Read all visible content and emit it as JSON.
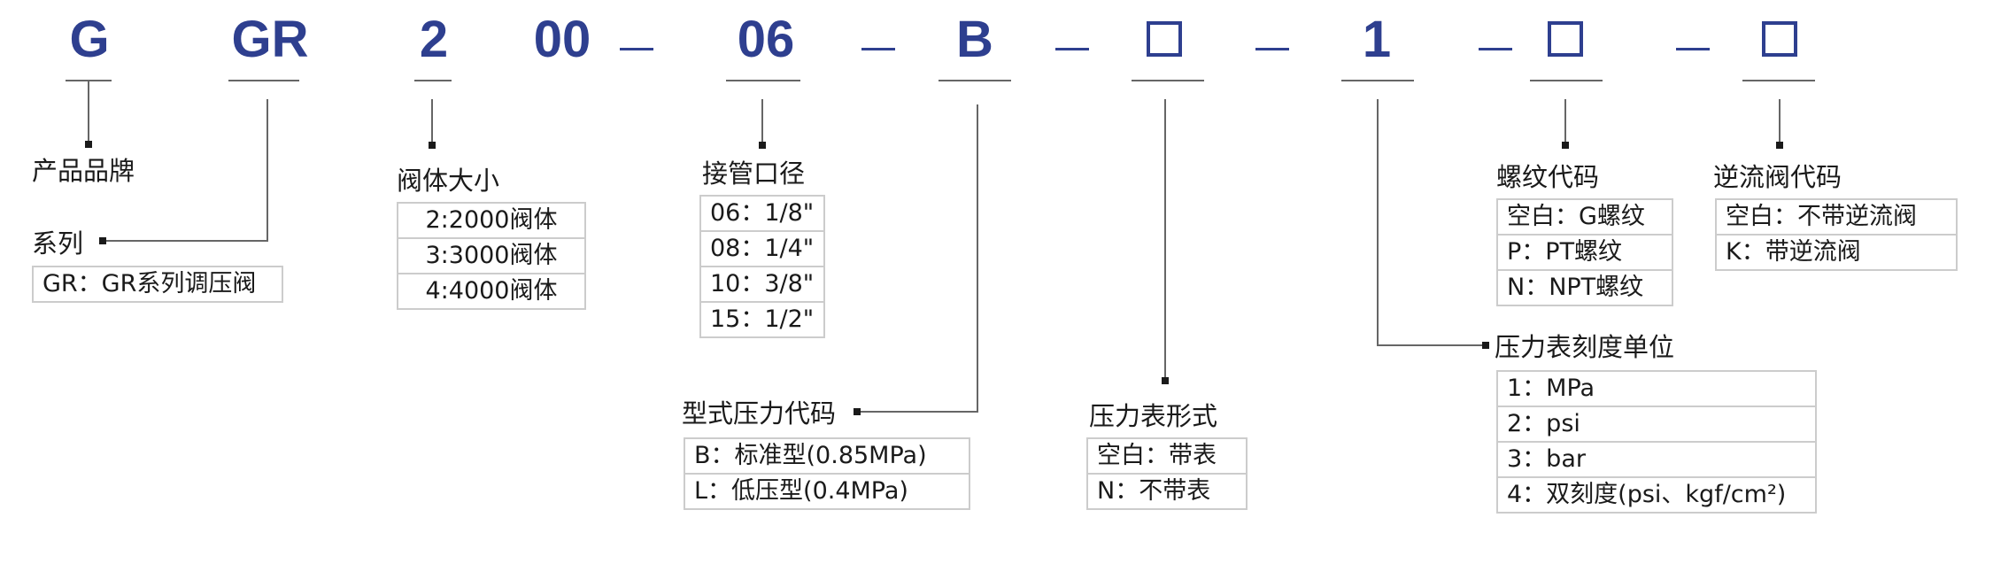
{
  "colors": {
    "code": "#2e3f8f",
    "line": "#666666",
    "text": "#1a1a1a",
    "border": "#cccccc"
  },
  "codes": [
    {
      "text": "G"
    },
    {
      "text": "GR"
    },
    {
      "text": "2"
    },
    {
      "text": "00"
    },
    {
      "text": "06"
    },
    {
      "text": "B"
    },
    {
      "text": "",
      "box": true
    },
    {
      "text": "1"
    },
    {
      "text": "",
      "box": true
    },
    {
      "text": "",
      "box": true
    }
  ],
  "groups": [
    {
      "key": "brand",
      "title": "产品品牌",
      "items": []
    },
    {
      "key": "series",
      "title": "系列",
      "items": [
        "GR：GR系列调压阀"
      ]
    },
    {
      "key": "size",
      "title": "阀体大小",
      "items": [
        "2:2000阀体",
        "3:3000阀体",
        "4:4000阀体"
      ]
    },
    {
      "key": "port",
      "title": "接管口径",
      "items": [
        "06：1/8\"",
        "08：1/4\"",
        "10：3/8\"",
        "15：1/2\""
      ]
    },
    {
      "key": "pressure",
      "title": "型式压力代码",
      "items": [
        "B：标准型(0.85MPa)",
        "L：低压型(0.4MPa)"
      ]
    },
    {
      "key": "gauge",
      "title": "压力表形式",
      "items": [
        "空白：带表",
        "N：不带表"
      ]
    },
    {
      "key": "unit",
      "title": "压力表刻度单位",
      "items": [
        "1：MPa",
        "2：psi",
        "3：bar",
        "4：双刻度(psi、kgf/cm²)"
      ]
    },
    {
      "key": "thread",
      "title": "螺纹代码",
      "items": [
        "空白：G螺纹",
        "P：PT螺纹",
        "N：NPT螺纹"
      ]
    },
    {
      "key": "check",
      "title": "逆流阀代码",
      "items": [
        "空白：不带逆流阀",
        "K：带逆流阀"
      ]
    }
  ]
}
